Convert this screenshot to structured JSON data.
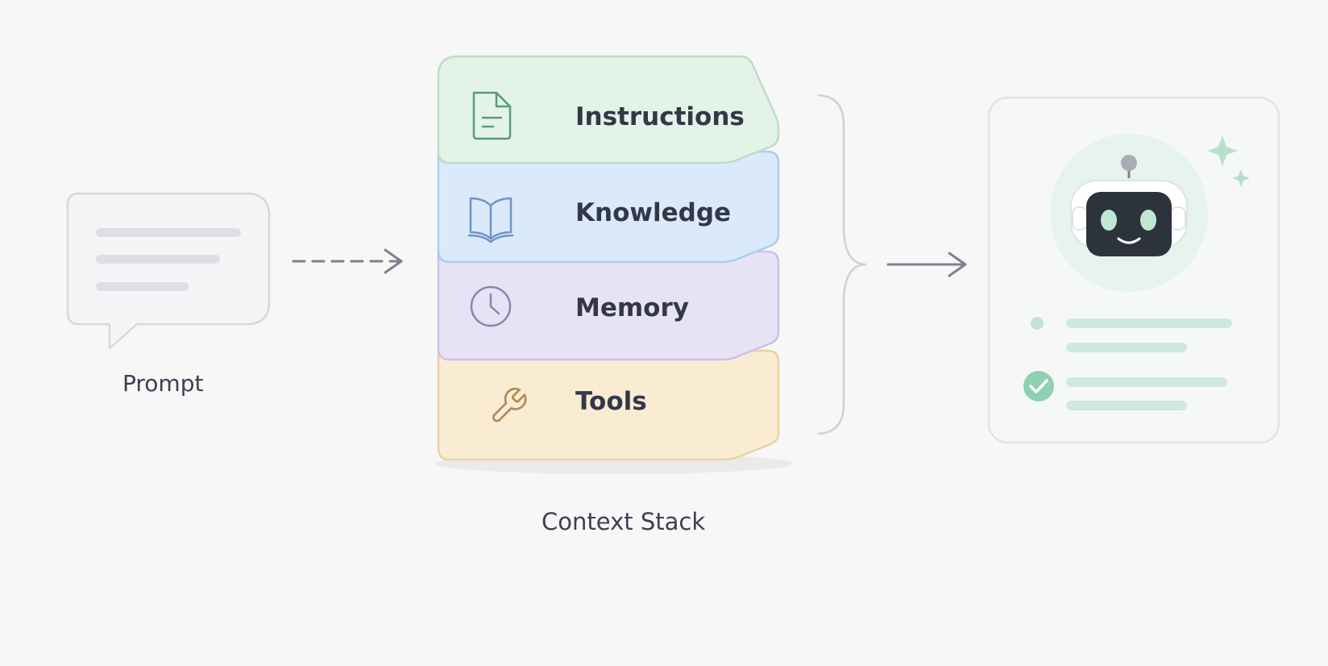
{
  "prompt": {
    "label": "Prompt"
  },
  "stack": {
    "label": "Context Stack",
    "layers": [
      {
        "label": "Instructions",
        "icon": "document-icon",
        "fill": "#e4f3e8",
        "stroke": "#bcdcc8",
        "icon_color": "#5c9a78"
      },
      {
        "label": "Knowledge",
        "icon": "book-icon",
        "fill": "#dbeafa",
        "stroke": "#abcdee",
        "icon_color": "#6f95c6"
      },
      {
        "label": "Memory",
        "icon": "clock-icon",
        "fill": "#e7e3f5",
        "stroke": "#c9c1e6",
        "icon_color": "#8b86ad"
      },
      {
        "label": "Tools",
        "icon": "wrench-icon",
        "fill": "#f9ecd3",
        "stroke": "#e9d1a4",
        "icon_color": "#b48a57"
      }
    ]
  },
  "output": {
    "icon": "robot-icon",
    "accent": "#7cc8a4"
  },
  "colors": {
    "background": "#f7f7f8",
    "arrow": "#7c8190",
    "text": "#323846"
  }
}
